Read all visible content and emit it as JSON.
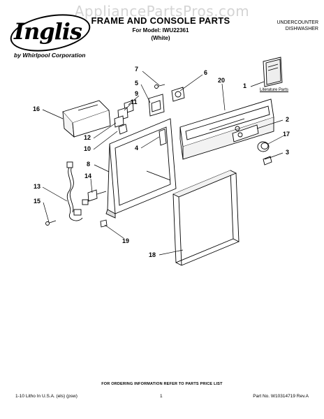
{
  "watermark": "AppliancePartsPros.com",
  "brand": {
    "logo": "Inglis",
    "sub": "by Whirlpool Corporation"
  },
  "header": {
    "title": "FRAME AND CONSOLE PARTS",
    "model_line": "For Model: IWU22361",
    "color_line": "(White)",
    "category_line1": "UNDERCOUNTER",
    "category_line2": "DISHWASHER"
  },
  "diagram": {
    "literature_label": "Literature Parts",
    "callouts": [
      "1",
      "2",
      "3",
      "4",
      "5",
      "6",
      "7",
      "8",
      "9",
      "10",
      "11",
      "12",
      "13",
      "14",
      "15",
      "16",
      "17",
      "18",
      "19",
      "20"
    ]
  },
  "footer": {
    "order_note": "FOR ORDERING INFORMATION REFER TO PARTS PRICE LIST",
    "left": "1-10 Litho In U.S.A. (els) (psw)",
    "page": "1",
    "part_no": "Part No. W10314719 Rev.A"
  }
}
